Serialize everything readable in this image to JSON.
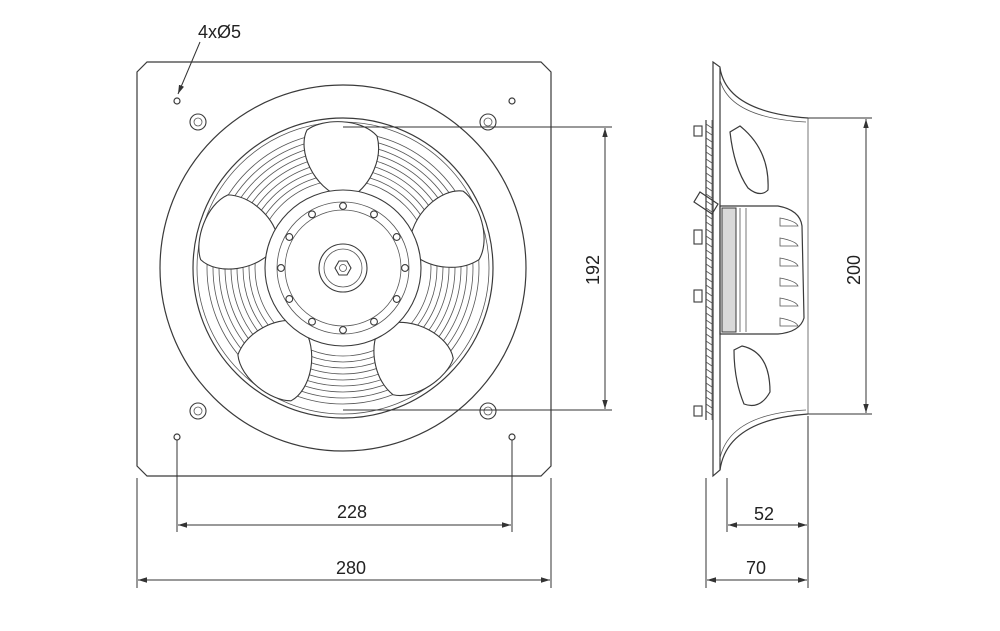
{
  "diagram": {
    "hole_callout": "4xØ5",
    "dims": {
      "overall_width": "280",
      "hole_spacing": "228",
      "inner_diameter": "192",
      "outer_diameter": "200",
      "motor_depth": "52",
      "total_depth": "70"
    }
  }
}
